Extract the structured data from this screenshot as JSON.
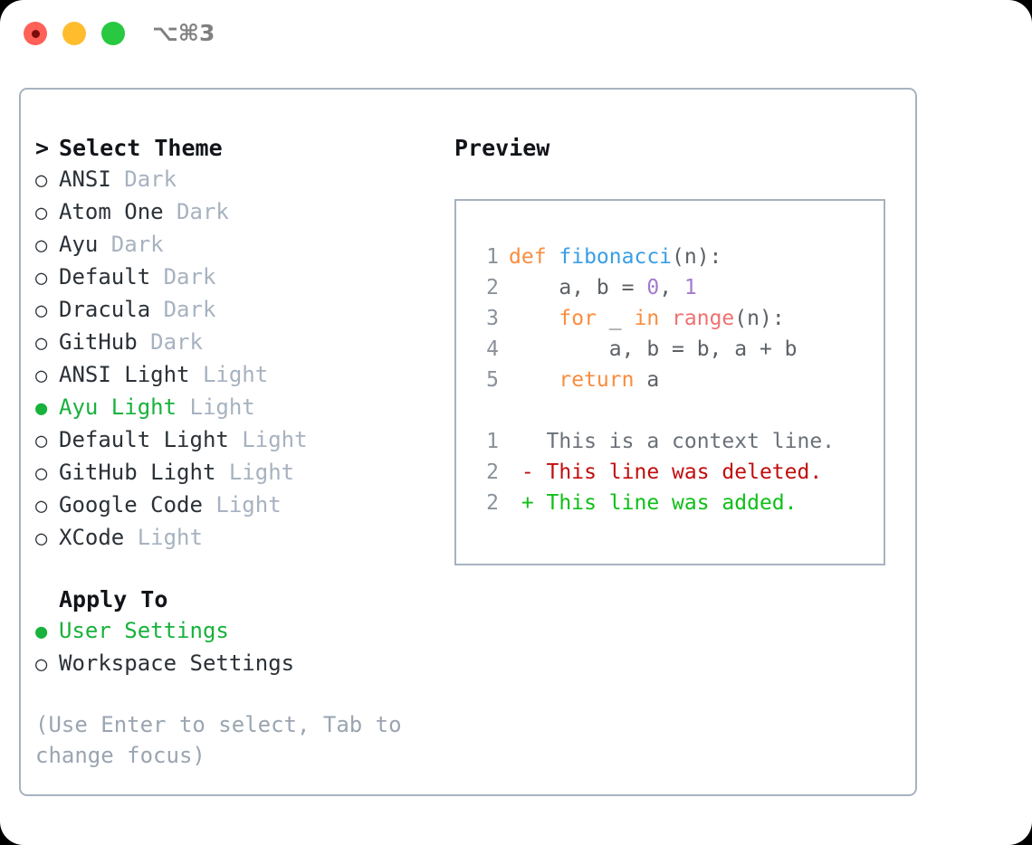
{
  "window": {
    "shortcut": "⌥⌘3",
    "traffic_lights": [
      {
        "name": "close",
        "color": "#ff6058"
      },
      {
        "name": "minimize",
        "color": "#ffbd2e"
      },
      {
        "name": "maximize",
        "color": "#28c840"
      }
    ]
  },
  "theme_section": {
    "marker": ">",
    "title": "Select Theme",
    "selected_bullet": "●",
    "unselected_bullet": "○",
    "items": [
      {
        "label": "ANSI",
        "kind": "Dark",
        "selected": false
      },
      {
        "label": "Atom One",
        "kind": "Dark",
        "selected": false
      },
      {
        "label": "Ayu",
        "kind": "Dark",
        "selected": false
      },
      {
        "label": "Default",
        "kind": "Dark",
        "selected": false
      },
      {
        "label": "Dracula",
        "kind": "Dark",
        "selected": false
      },
      {
        "label": "GitHub",
        "kind": "Dark",
        "selected": false
      },
      {
        "label": "ANSI Light",
        "kind": "Light",
        "selected": false
      },
      {
        "label": "Ayu Light",
        "kind": "Light",
        "selected": true
      },
      {
        "label": "Default Light",
        "kind": "Light",
        "selected": false
      },
      {
        "label": "GitHub Light",
        "kind": "Light",
        "selected": false
      },
      {
        "label": "Google Code",
        "kind": "Light",
        "selected": false
      },
      {
        "label": "XCode",
        "kind": "Light",
        "selected": false
      }
    ]
  },
  "apply_section": {
    "title": "Apply To",
    "items": [
      {
        "label": "User Settings",
        "selected": true
      },
      {
        "label": "Workspace Settings",
        "selected": false
      }
    ]
  },
  "help": {
    "text": "(Use Enter to select, Tab to change focus)"
  },
  "preview": {
    "title": "Preview",
    "code_lines": [
      {
        "num": "1",
        "tokens": [
          {
            "t": "def ",
            "c": "kw"
          },
          {
            "t": "fibonacci",
            "c": "fn"
          },
          {
            "t": "(n):",
            "c": "pl"
          }
        ]
      },
      {
        "num": "2",
        "tokens": [
          {
            "t": "    a, b = ",
            "c": "pl"
          },
          {
            "t": "0",
            "c": "num"
          },
          {
            "t": ", ",
            "c": "pl"
          },
          {
            "t": "1",
            "c": "num"
          }
        ]
      },
      {
        "num": "3",
        "tokens": [
          {
            "t": "    ",
            "c": "pl"
          },
          {
            "t": "for",
            "c": "kw"
          },
          {
            "t": " _ ",
            "c": "pl"
          },
          {
            "t": "in",
            "c": "kw"
          },
          {
            "t": " ",
            "c": "pl"
          },
          {
            "t": "range",
            "c": "bi"
          },
          {
            "t": "(n):",
            "c": "pl"
          }
        ]
      },
      {
        "num": "4",
        "tokens": [
          {
            "t": "        a, b = b, a + b",
            "c": "pl"
          }
        ]
      },
      {
        "num": "5",
        "tokens": [
          {
            "t": "    ",
            "c": "pl"
          },
          {
            "t": "return",
            "c": "kw"
          },
          {
            "t": " a",
            "c": "pl"
          }
        ]
      }
    ],
    "diff_lines": [
      {
        "num": "1",
        "sign": " ",
        "text": " This is a context line.",
        "kind": "ctx"
      },
      {
        "num": "2",
        "sign": "-",
        "text": " This line was deleted.",
        "kind": "del"
      },
      {
        "num": "2",
        "sign": "+",
        "text": " This line was added.",
        "kind": "add"
      }
    ]
  },
  "colors": {
    "keyword": "#fa8d3e",
    "function": "#399ee6",
    "number": "#a37acc",
    "builtin": "#f07171",
    "plain": "#5c6166",
    "line_number": "#8a9199",
    "selected_green": "#18b23c",
    "muted": "#a7b2c0",
    "diff_delete": "#c20d0d",
    "diff_add": "#0fbf18",
    "border": "#a7b2c0"
  }
}
